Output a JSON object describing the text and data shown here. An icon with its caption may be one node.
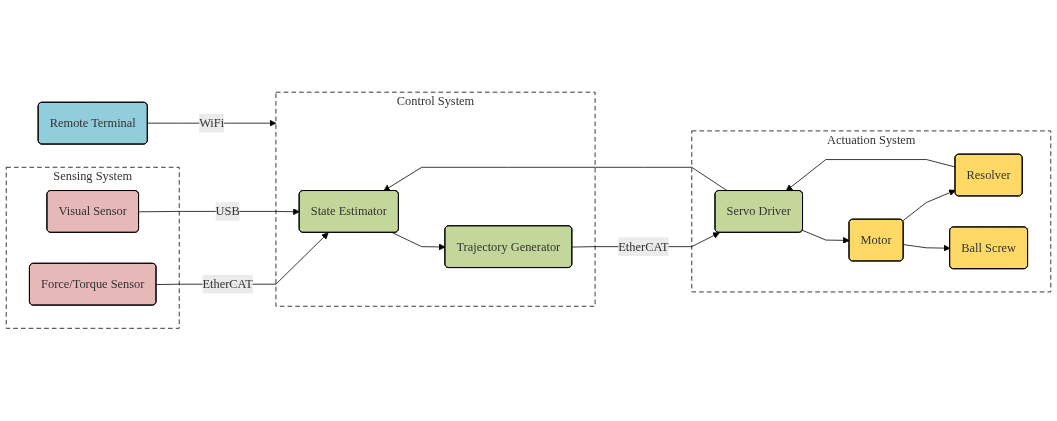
{
  "diagram": {
    "nodes": [
      {
        "text": [
          "Sensing System"
        ]
      },
      {
        "text": [
          "Force/Torque Sensor"
        ],
        "in": 0
      },
      {
        "text": [
          "Visual Sensor"
        ],
        "in": 0
      },
      {
        "text": [
          "Control System"
        ]
      },
      {
        "text": [
          "State Estimator"
        ],
        "in": 3
      },
      {
        "text": [
          "Trajectory Generator"
        ],
        "in": 3
      },
      {
        "text": [
          "Actuation System"
        ]
      },
      {
        "text": [
          "Servo Driver"
        ],
        "in": 6
      },
      {
        "text": [
          "Motor"
        ],
        "in": 6
      },
      {
        "text": [
          "Resolver"
        ],
        "in": 6
      },
      {
        "text": [
          "Ball Screw"
        ],
        "in": 6
      },
      {
        "text": [
          "Remote Terminal"
        ]
      }
    ],
    "edges": [
      {
        "from": 1,
        "to": 4,
        "arrow": "to",
        "label": "EtherCAT"
      },
      {
        "from": 2,
        "to": 4,
        "arrow": "to",
        "label": "USB"
      },
      {
        "from": 7,
        "to": 4,
        "arrow": "to"
      },
      {
        "from": 4,
        "to": 5,
        "arrow": "to"
      },
      {
        "from": 5,
        "to": 7,
        "arrow": "to",
        "label": "EtherCAT"
      },
      {
        "from": 7,
        "to": 8,
        "arrow": "to"
      },
      {
        "from": 8,
        "to": 9,
        "arrow": "to"
      },
      {
        "from": 9,
        "to": 7,
        "arrow": "to"
      },
      {
        "from": 8,
        "to": 10,
        "arrow": "to"
      },
      {
        "from": 11,
        "to": 3,
        "arrow": "to",
        "label": "WiFi"
      }
    ]
  }
}
